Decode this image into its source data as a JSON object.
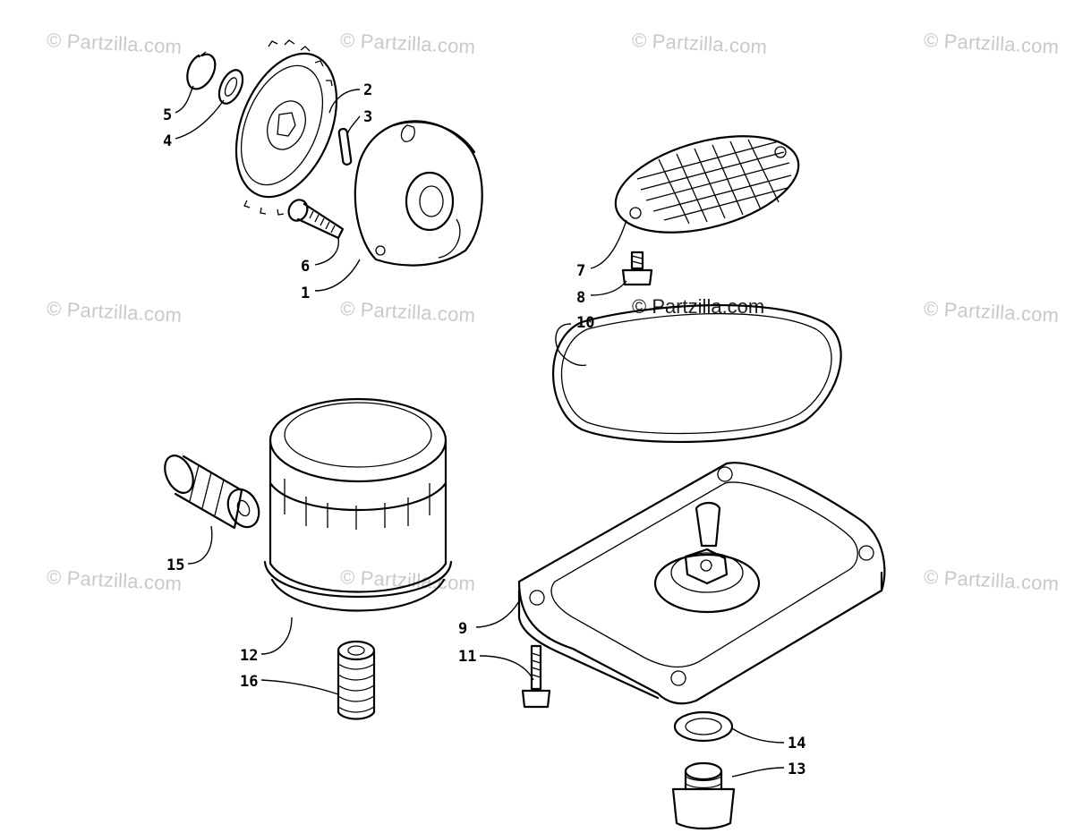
{
  "watermark": {
    "text": "© Partzilla.com"
  },
  "callouts": [
    "1",
    "2",
    "3",
    "4",
    "5",
    "6",
    "7",
    "8",
    "9",
    "10",
    "11",
    "12",
    "13",
    "14",
    "15",
    "16"
  ]
}
